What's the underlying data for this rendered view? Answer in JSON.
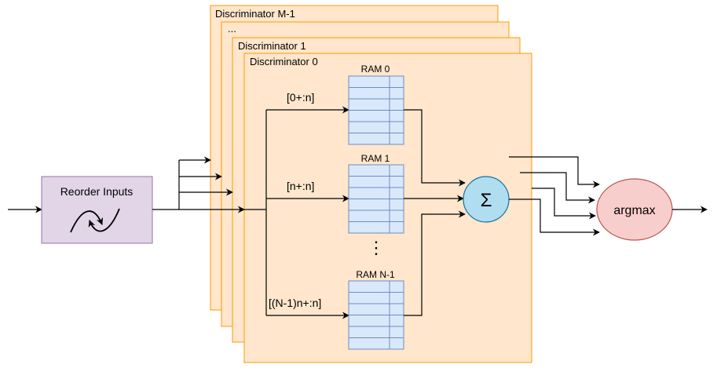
{
  "discriminators": {
    "m_minus_1": "Discriminator M-1",
    "ellipsis": "...",
    "one": "Discriminator 1",
    "zero": "Discriminator 0"
  },
  "reorder": {
    "label": "Reorder Inputs",
    "icon": "reorder-arrows-icon"
  },
  "rams": {
    "ram0": "RAM 0",
    "ram1": "RAM 1",
    "vertical_dots": "⋮",
    "ramN": "RAM N-1"
  },
  "slices": {
    "s0": "[0+:n]",
    "s1": "[n+:n]",
    "sN": "[(N-1)n+:n]"
  },
  "sum": {
    "symbol": "Σ"
  },
  "argmax": {
    "label": "argmax"
  },
  "colors": {
    "discriminator_fill": "#ffe6cc",
    "discriminator_stroke": "#ff9900",
    "reorder_fill": "#e1d5e7",
    "reorder_stroke": "#9673a6",
    "ram_fill": "#dae8fc",
    "ram_stroke": "#6c8ebf",
    "sum_fill": "#b1ddf0",
    "sum_stroke": "#10739e",
    "argmax_fill": "#f8cecc",
    "argmax_stroke": "#b85450"
  }
}
